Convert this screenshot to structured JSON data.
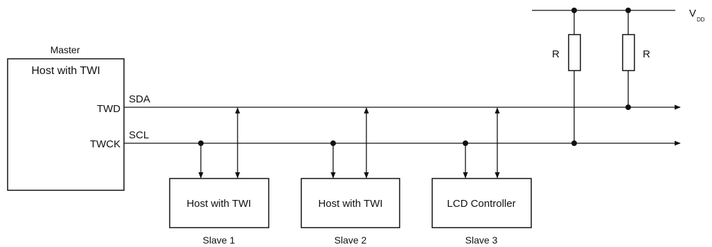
{
  "master": {
    "caption": "Master",
    "title": "Host with TWI",
    "pin_data": "TWD",
    "pin_clock": "TWCK"
  },
  "bus": {
    "data_label": "SDA",
    "clock_label": "SCL"
  },
  "supply": {
    "label_main": "V",
    "label_sub": "DD"
  },
  "resistors": [
    {
      "label": "R"
    },
    {
      "label": "R"
    }
  ],
  "slaves": [
    {
      "title": "Host with TWI",
      "caption": "Slave 1"
    },
    {
      "title": "Host with TWI",
      "caption": "Slave 2"
    },
    {
      "title": "LCD Controller",
      "caption": "Slave 3"
    }
  ]
}
